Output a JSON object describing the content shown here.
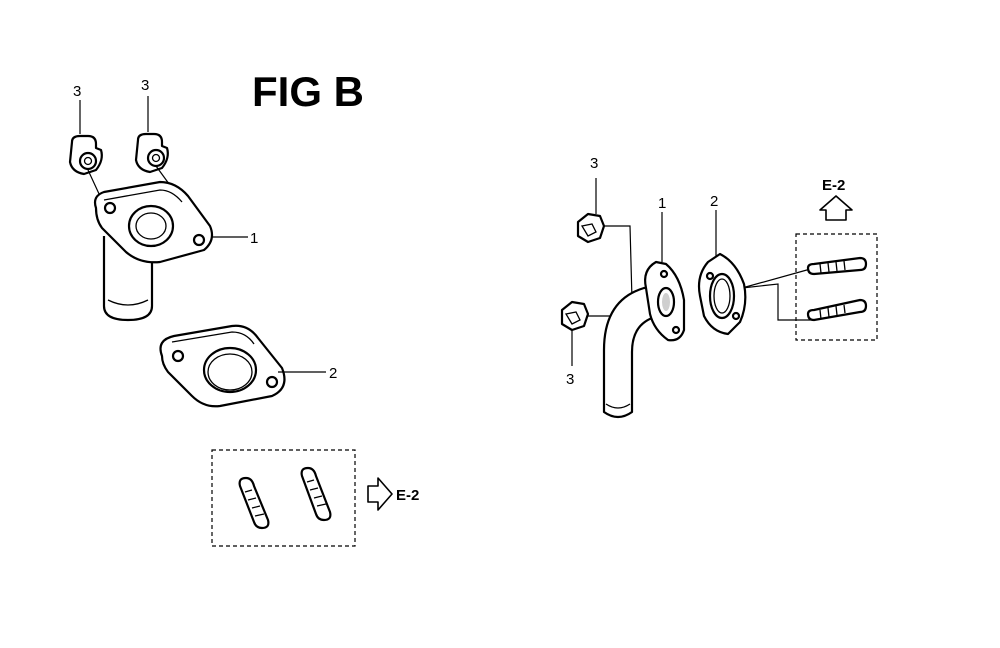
{
  "figure": {
    "title": "FIG B"
  },
  "left_view": {
    "callouts": {
      "bolt_a": "3",
      "bolt_b": "3",
      "elbow": "1",
      "gasket": "2"
    },
    "ref_label": "E-2"
  },
  "right_view": {
    "callouts": {
      "bolt_top": "3",
      "elbow": "1",
      "gasket": "2",
      "bolt_bottom": "3"
    },
    "ref_label": "E-2"
  },
  "icons": {
    "bolt": "bolt-icon",
    "elbow": "pipe-elbow-icon",
    "gasket": "gasket-icon",
    "stud": "stud-icon",
    "arrow": "hollow-arrow-icon"
  }
}
